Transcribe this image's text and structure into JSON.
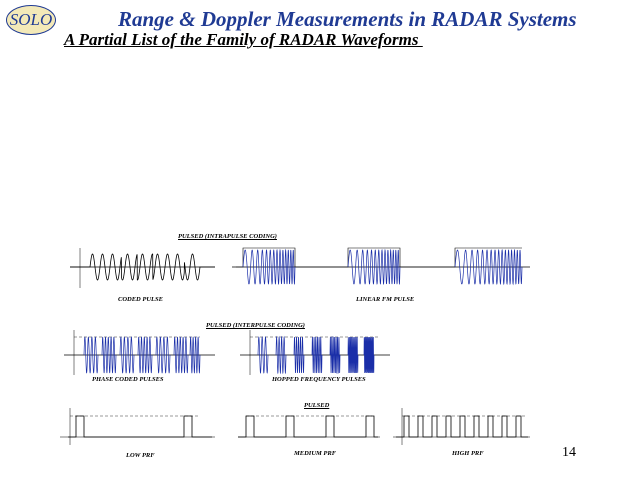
{
  "header": {
    "logo_text": "SOLO",
    "title": "Range & Doppler Measurements in RADAR Systems",
    "subtitle": "A Partial List of the Family of RADAR Waveforms "
  },
  "diagram": {
    "section_intrapulse": "PULSED (INTRAPULSE CODING)",
    "section_interpulse": "PULSED (INTERPULSE CODING)",
    "section_pulsed": "PULSED",
    "caption_coded_pulse": "CODED PULSE",
    "caption_linear_fm": "LINEAR FM PULSE",
    "caption_phase_coded": "PHASE CODED PULSES",
    "caption_hopped": "HOPPED FREQUENCY PULSES",
    "caption_low_prf": "LOW PRF",
    "caption_medium_prf": "MEDIUM PRF",
    "caption_high_prf": "HIGH PRF"
  },
  "colors": {
    "title": "#1f3a93",
    "waveform": "#1a2ea8",
    "logo_bg": "#f3e9b8"
  },
  "page_number": "14"
}
